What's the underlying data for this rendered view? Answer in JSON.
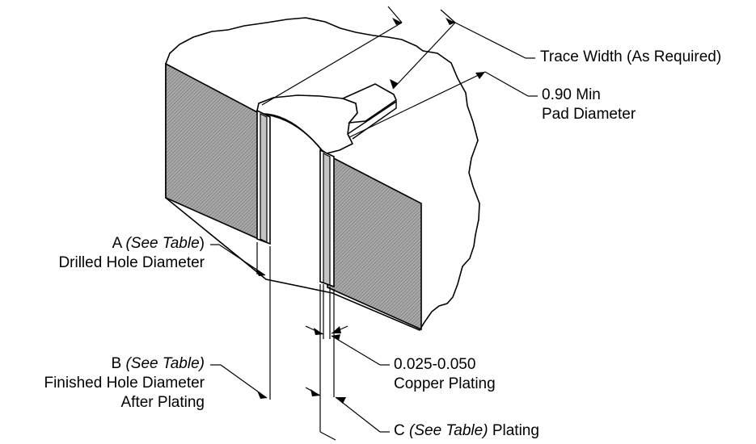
{
  "colors": {
    "line": "#000000",
    "hatch_fill": "#a8a8a8",
    "hatch_line": "#6a6a6a",
    "plating_fill": "#c4c4c4",
    "background": "#ffffff"
  },
  "labels": {
    "trace_width": "Trace Width (As Required)",
    "pad_diameter_value": "0.90 Min",
    "pad_diameter_text": "Pad Diameter",
    "drilled_hole_prefix": "A",
    "drilled_hole_ref": "(See Table",
    "drilled_hole_ref_close": ")",
    "drilled_hole_text": "Drilled Hole Diameter",
    "finished_hole_prefix": "B",
    "finished_hole_ref": "(See Table)",
    "finished_hole_text_1": "Finished Hole Diameter",
    "finished_hole_text_2": "After Plating",
    "copper_plating_value": "0.025-0.050",
    "copper_plating_text": "Copper Plating",
    "plating_prefix": "C",
    "plating_ref": "(See Table)",
    "plating_text": "Plating"
  },
  "icons": {
    "arrowhead": "filled-triangle-arrow"
  }
}
